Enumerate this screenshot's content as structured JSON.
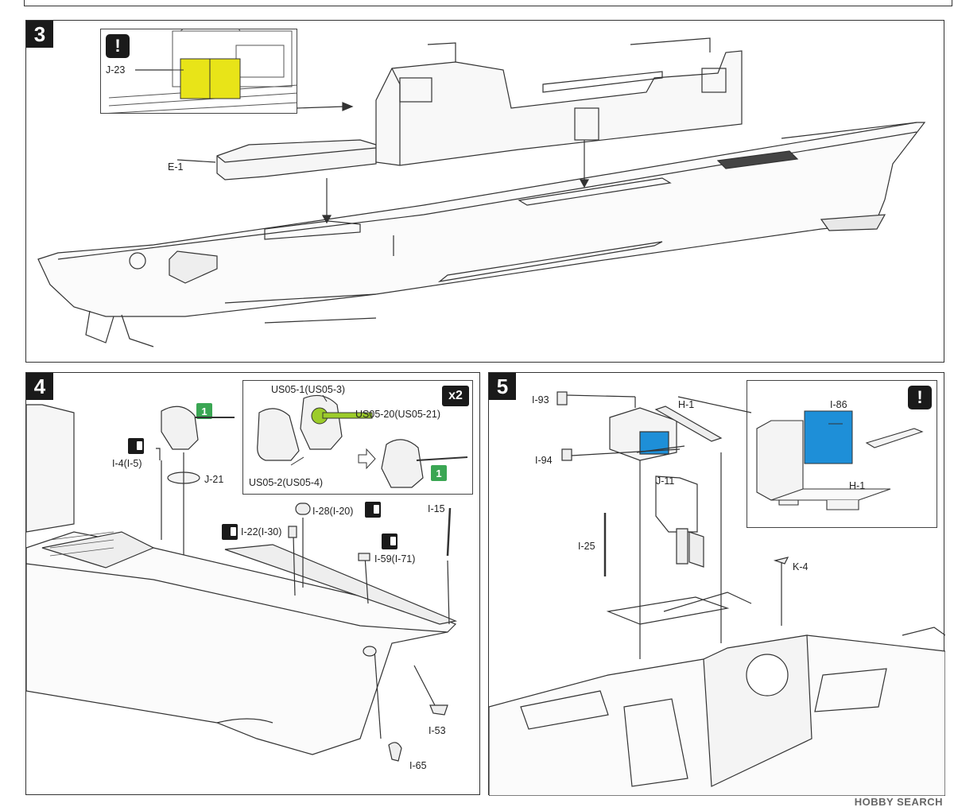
{
  "steps": {
    "s3": "3",
    "s4": "4",
    "s5": "5"
  },
  "step3": {
    "inset_part": "J-23",
    "warning": "!",
    "parts": {
      "e1": "E-1"
    }
  },
  "step4": {
    "multiplier": "x2",
    "badge": "1",
    "labels": {
      "us05_1": "US05-1(US05-3)",
      "us05_20": "US05-20(US05-21)",
      "us05_2": "US05-2(US05-4)",
      "i4": "I-4(I-5)",
      "j21": "J-21",
      "i28": "I-28(I-20)",
      "i22": "I-22(I-30)",
      "i15": "I-15",
      "i59": "I-59(I-71)",
      "i53": "I-53",
      "i65": "I-65"
    }
  },
  "step5": {
    "warning": "!",
    "labels": {
      "i93": "I-93",
      "h1": "H-1",
      "i94": "I-94",
      "j11": "J-11",
      "i25": "I-25",
      "k4": "K-4",
      "i86": "I-86",
      "h1_inset": "H-1"
    }
  },
  "colors": {
    "highlight_yellow": "#e8e418",
    "highlight_green": "#9ccc2a",
    "highlight_blue": "#1e8fd8",
    "badge_green": "#3aa653"
  },
  "watermark": "HOBBY SEARCH"
}
